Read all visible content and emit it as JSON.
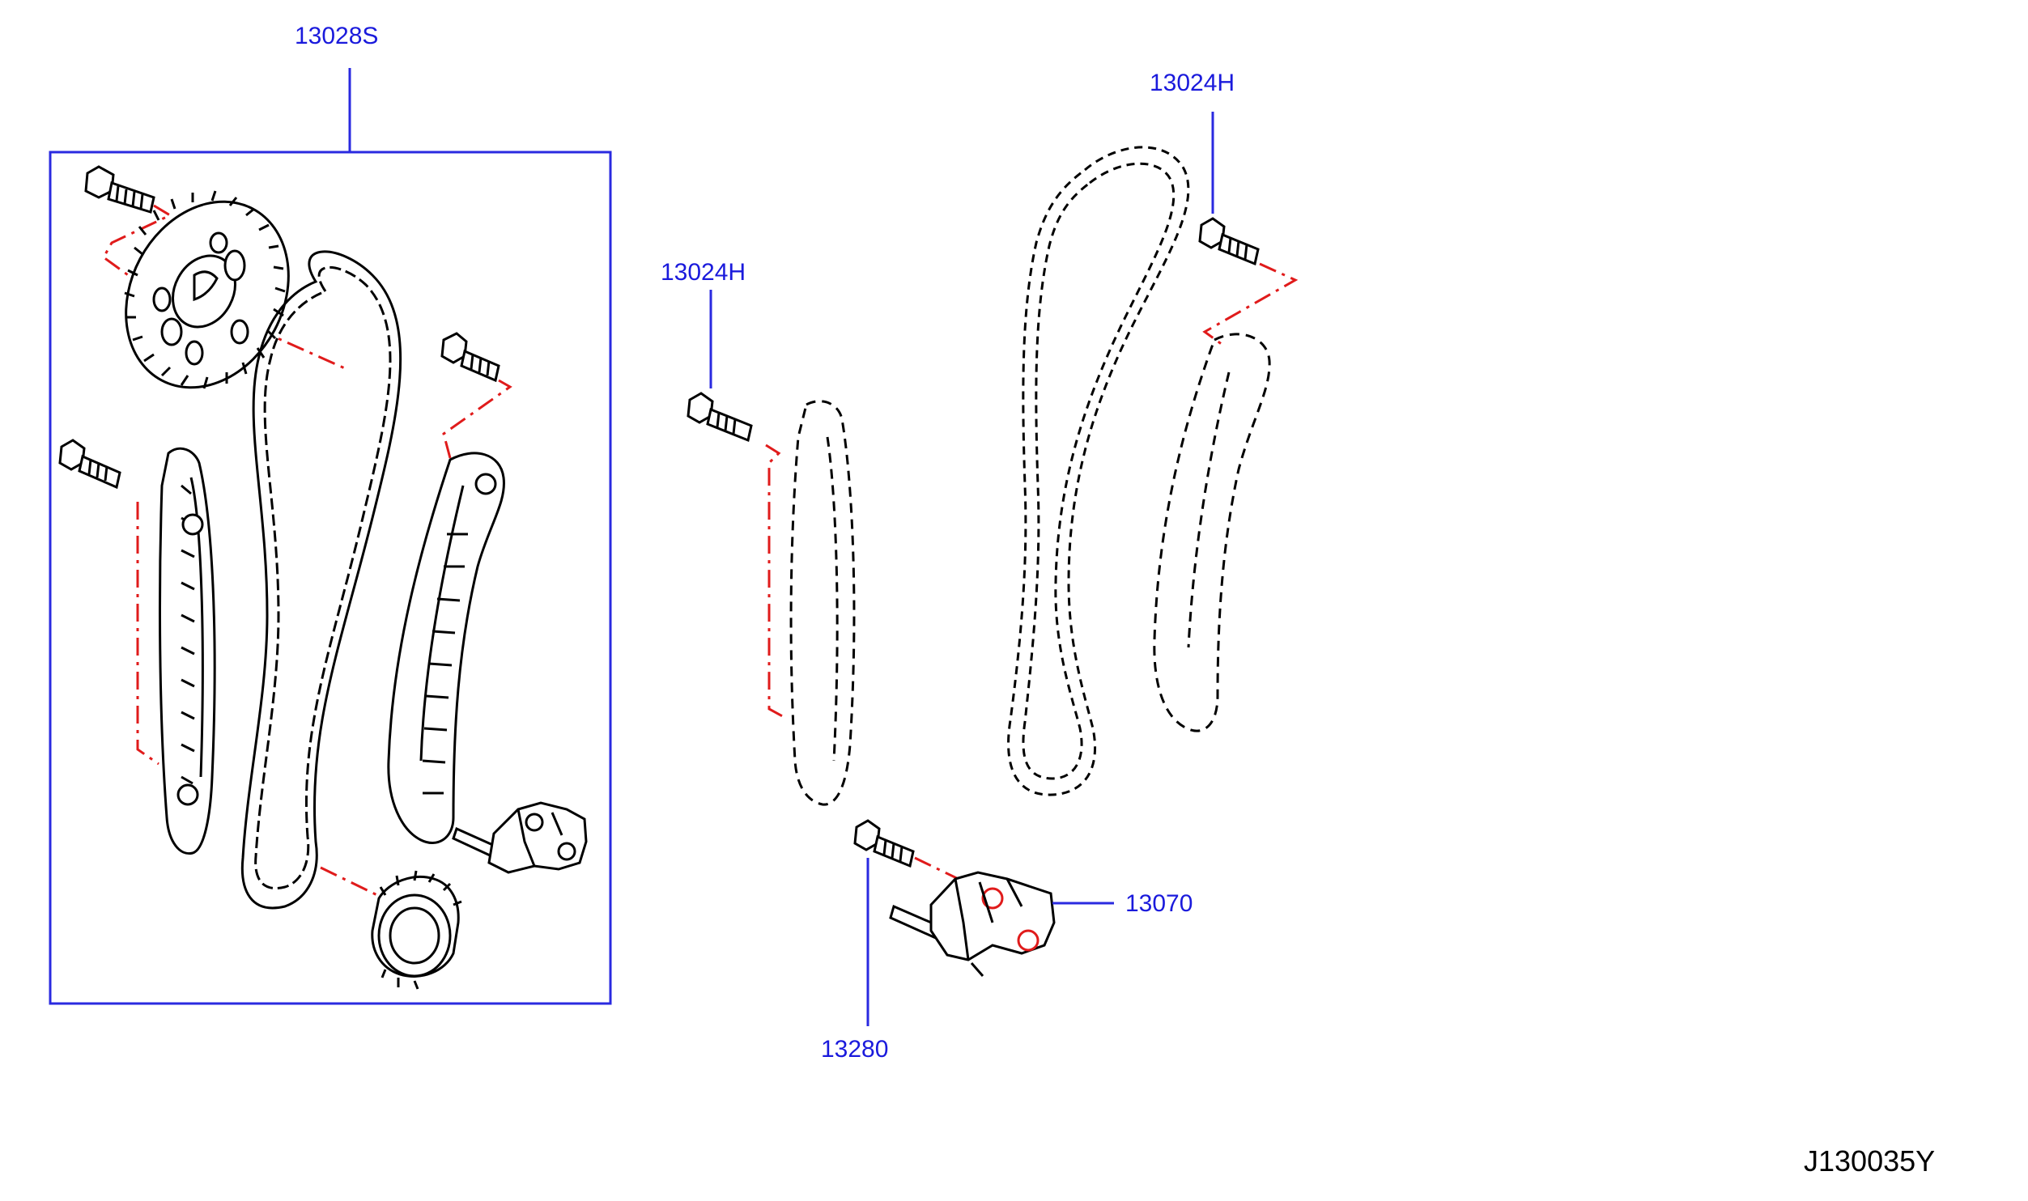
{
  "diagram_id": "J130035Y",
  "colors": {
    "callout": "#1a1adc",
    "leader": "#2a2ae0",
    "phantom": "#e01b1b",
    "part": "#000000"
  },
  "callouts": {
    "kit": "13028S",
    "guide_bolt_upper": "13024H",
    "guide_bolt_left": "13024H",
    "tensioner": "13070",
    "tensioner_bolt": "13280"
  },
  "icons": [
    "bolt-icon",
    "sprocket-icon",
    "chain-icon",
    "chain-guide-icon",
    "tensioner-icon",
    "crank-sprocket-icon"
  ]
}
